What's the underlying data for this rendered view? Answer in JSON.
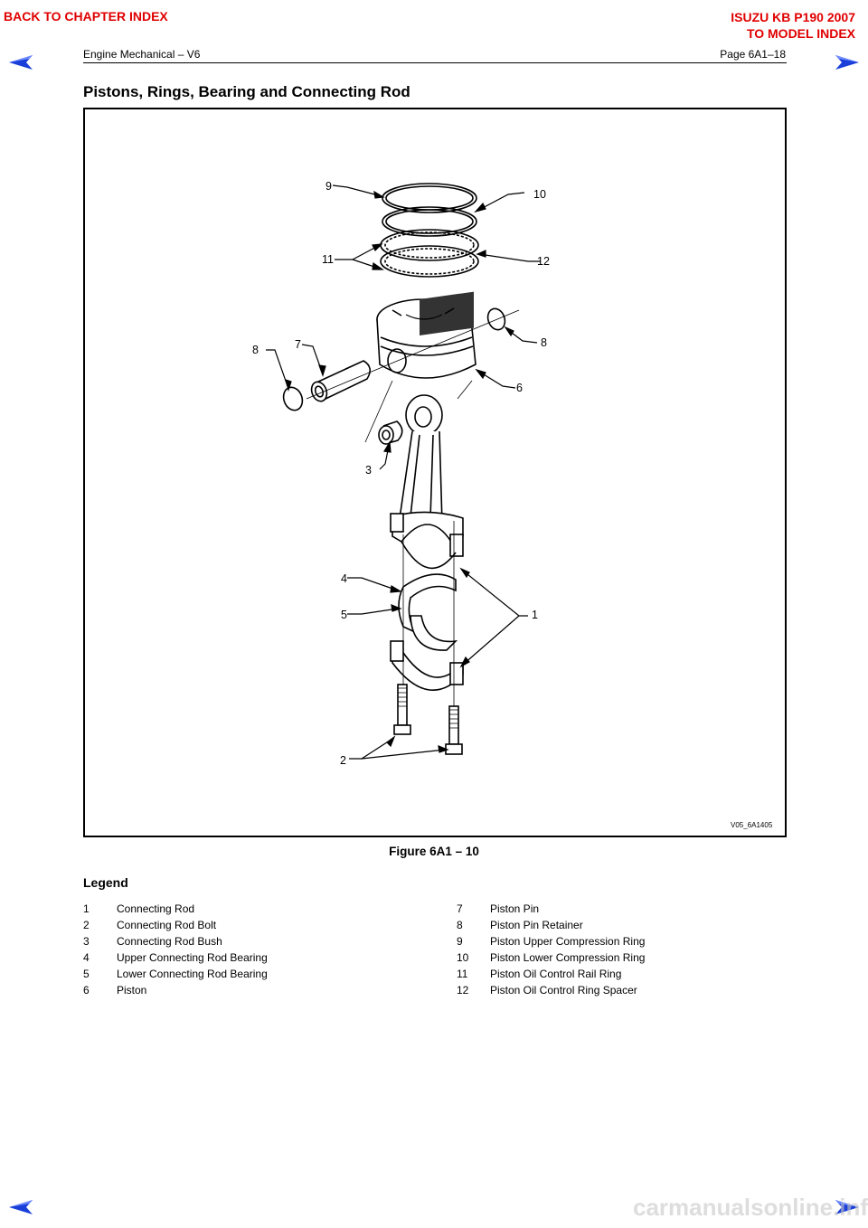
{
  "nav": {
    "back_chapter": "BACK TO CHAPTER INDEX",
    "model_title": "ISUZU KB P190 2007",
    "model_index": "TO MODEL INDEX"
  },
  "header": {
    "section": "Engine Mechanical – V6",
    "page": "Page 6A1–18"
  },
  "title": "Pistons, Rings, Bearing and Connecting Rod",
  "figure": {
    "caption": "Figure 6A1 – 10",
    "code": "V05_6A1405",
    "callouts": [
      "9",
      "10",
      "11",
      "12",
      "8",
      "7",
      "8",
      "6",
      "3",
      "4",
      "5",
      "1",
      "2"
    ]
  },
  "legend": {
    "title": "Legend",
    "left": [
      {
        "num": "1",
        "label": "Connecting Rod"
      },
      {
        "num": "2",
        "label": "Connecting Rod Bolt"
      },
      {
        "num": "3",
        "label": "Connecting Rod Bush"
      },
      {
        "num": "4",
        "label": "Upper Connecting Rod Bearing"
      },
      {
        "num": "5",
        "label": "Lower Connecting Rod Bearing"
      },
      {
        "num": "6",
        "label": "Piston"
      }
    ],
    "right": [
      {
        "num": "7",
        "label": "Piston Pin"
      },
      {
        "num": "8",
        "label": "Piston Pin Retainer"
      },
      {
        "num": "9",
        "label": "Piston Upper Compression Ring"
      },
      {
        "num": "10",
        "label": "Piston Lower Compression Ring"
      },
      {
        "num": "11",
        "label": "Piston Oil Control Rail Ring"
      },
      {
        "num": "12",
        "label": "Piston Oil Control Ring Spacer"
      }
    ]
  },
  "footer": {
    "watermark": "carmanualsonline.info"
  },
  "colors": {
    "nav_red": "#e00000",
    "nav_blue": "#1a1aff",
    "arrow_blue": "#1a3fd8"
  },
  "icons": {
    "prev": "left-arrow-icon",
    "next": "right-arrow-icon"
  }
}
